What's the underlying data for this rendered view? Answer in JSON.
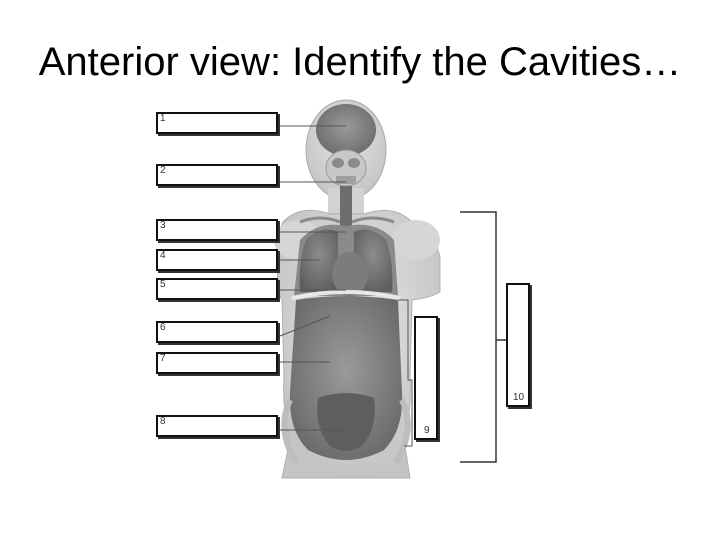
{
  "slide": {
    "title": "Anterior view: Identify the Cavities…"
  },
  "labels": [
    {
      "num": "1"
    },
    {
      "num": "2"
    },
    {
      "num": "3"
    },
    {
      "num": "4"
    },
    {
      "num": "5"
    },
    {
      "num": "6"
    },
    {
      "num": "7"
    },
    {
      "num": "8"
    },
    {
      "num": "9"
    },
    {
      "num": "10"
    }
  ]
}
